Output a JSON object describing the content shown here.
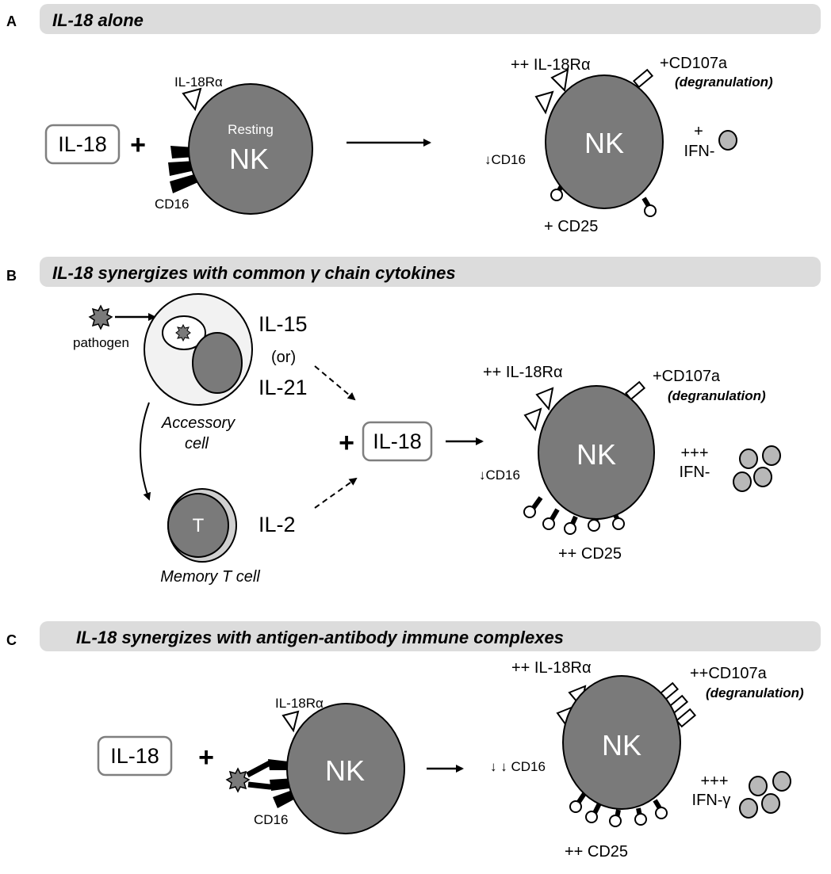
{
  "colors": {
    "cell_fill": "#7a7a7a",
    "banner_fill": "#dcdcdc",
    "box_border": "#7f7f7f",
    "ifn_fill": "#b8b8b8",
    "accessory_fill": "#f2f2f2",
    "memory_t_fill": "#d0d0d0"
  },
  "panel_a": {
    "letter": "A",
    "title": "IL-18 alone",
    "il18_box": "IL-18",
    "plus": "+",
    "resting_label": "Resting",
    "nk_label": "NK",
    "il18ra_label": "IL-18Rα",
    "cd16_label": "CD16",
    "out_nk_label": "NK",
    "out_il18ra": "++ IL-18Rα",
    "out_cd107a": "+CD107a",
    "out_degran": "(degranulation)",
    "out_cd16": "↓CD16",
    "out_ifn_level": "+",
    "out_ifn": "IFN-",
    "out_cd25": "+ CD25"
  },
  "panel_b": {
    "letter": "B",
    "title": "IL-18 synergizes with common γ chain cytokines",
    "pathogen_label": "pathogen",
    "il15": "IL-15",
    "or": "(or)",
    "il21": "IL-21",
    "accessory_line1": "Accessory",
    "accessory_line2": "cell",
    "t_label": "T",
    "il2": "IL-2",
    "memory_t": "Memory T cell",
    "plus": "+",
    "il18_box": "IL-18",
    "out_nk_label": "NK",
    "out_il18ra": "++ IL-18Rα",
    "out_cd107a": "+CD107a",
    "out_degran": "(degranulation)",
    "out_cd16": "↓CD16",
    "out_ifn_level": "+++",
    "out_ifn": "IFN-",
    "out_cd25": "++ CD25"
  },
  "panel_c": {
    "letter": "C",
    "title": "IL-18 synergizes with antigen-antibody immune complexes",
    "il18_box": "IL-18",
    "plus": "+",
    "il18ra_label": "IL-18Rα",
    "cd16_label": "CD16",
    "nk_label": "NK",
    "out_nk_label": "NK",
    "out_il18ra": "++ IL-18Rα",
    "out_cd107a": "++CD107a",
    "out_degran": "(degranulation)",
    "out_cd16": "↓ ↓ CD16",
    "out_ifn_level": "+++",
    "out_ifn": "IFN-γ",
    "out_cd25": "++ CD25"
  }
}
